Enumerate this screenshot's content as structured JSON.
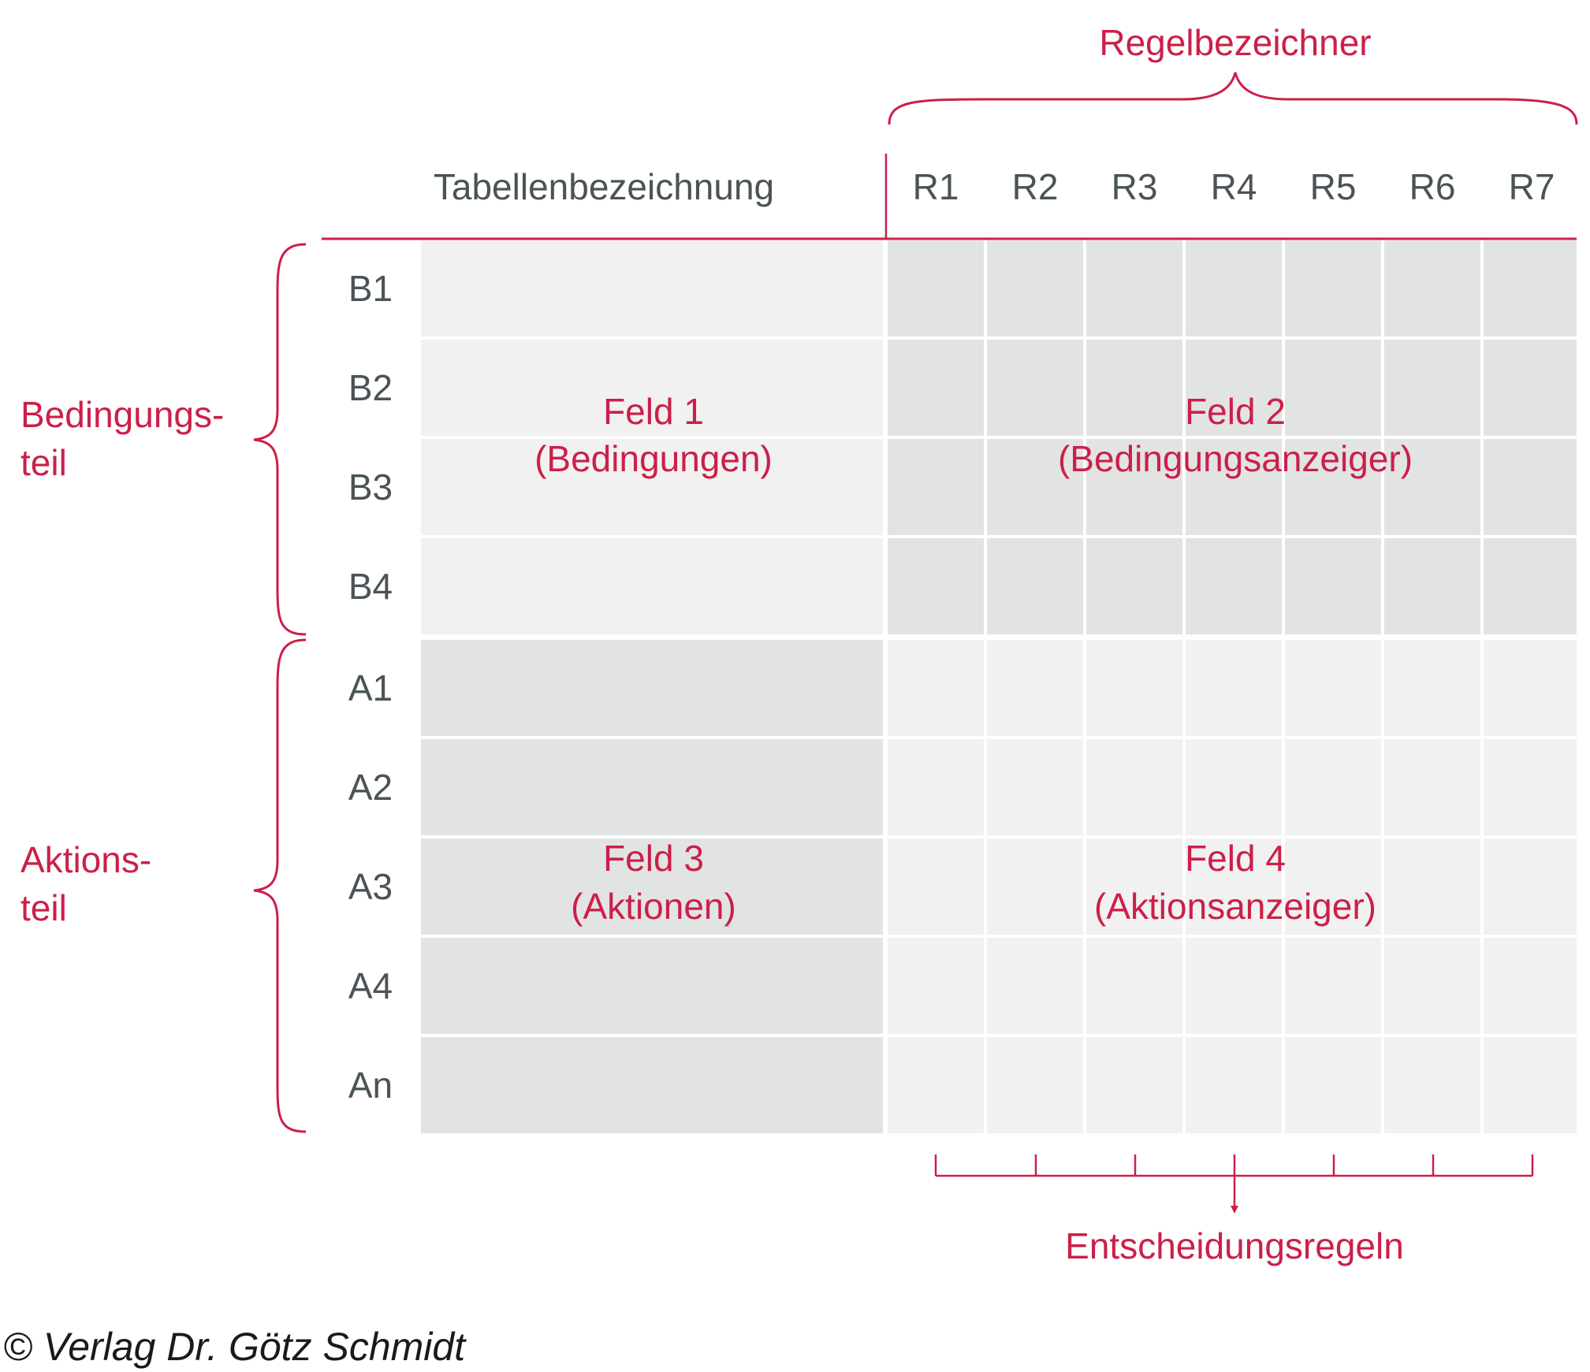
{
  "colors": {
    "accent": "#cc1f48",
    "text": "#4a5355",
    "light_cell": "#f0f1f0",
    "dark_cell": "#e2e4e4"
  },
  "header": {
    "rule_label": "Regelbezeichner",
    "table_label": "Tabellenbezeichnung",
    "rules": [
      "R1",
      "R2",
      "R3",
      "R4",
      "R5",
      "R6",
      "R7"
    ]
  },
  "rows": {
    "conditions": [
      "B1",
      "B2",
      "B3",
      "B4"
    ],
    "actions": [
      "A1",
      "A2",
      "A3",
      "A4",
      "An"
    ]
  },
  "sections": {
    "condition_part": {
      "line1": "Bedingungs-",
      "line2": "teil"
    },
    "action_part": {
      "line1": "Aktions-",
      "line2": "teil"
    }
  },
  "fields": {
    "field1": {
      "line1": "Feld 1",
      "line2": "(Bedingungen)"
    },
    "field2": {
      "line1": "Feld 2",
      "line2": "(Bedingungsanzeiger)"
    },
    "field3": {
      "line1": "Feld 3",
      "line2": "(Aktionen)"
    },
    "field4": {
      "line1": "Feld 4",
      "line2": "(Aktionsanzeiger)"
    }
  },
  "footer": {
    "decision_rules": "Entscheidungsregeln",
    "copyright": "© Verlag Dr. Götz Schmidt"
  }
}
